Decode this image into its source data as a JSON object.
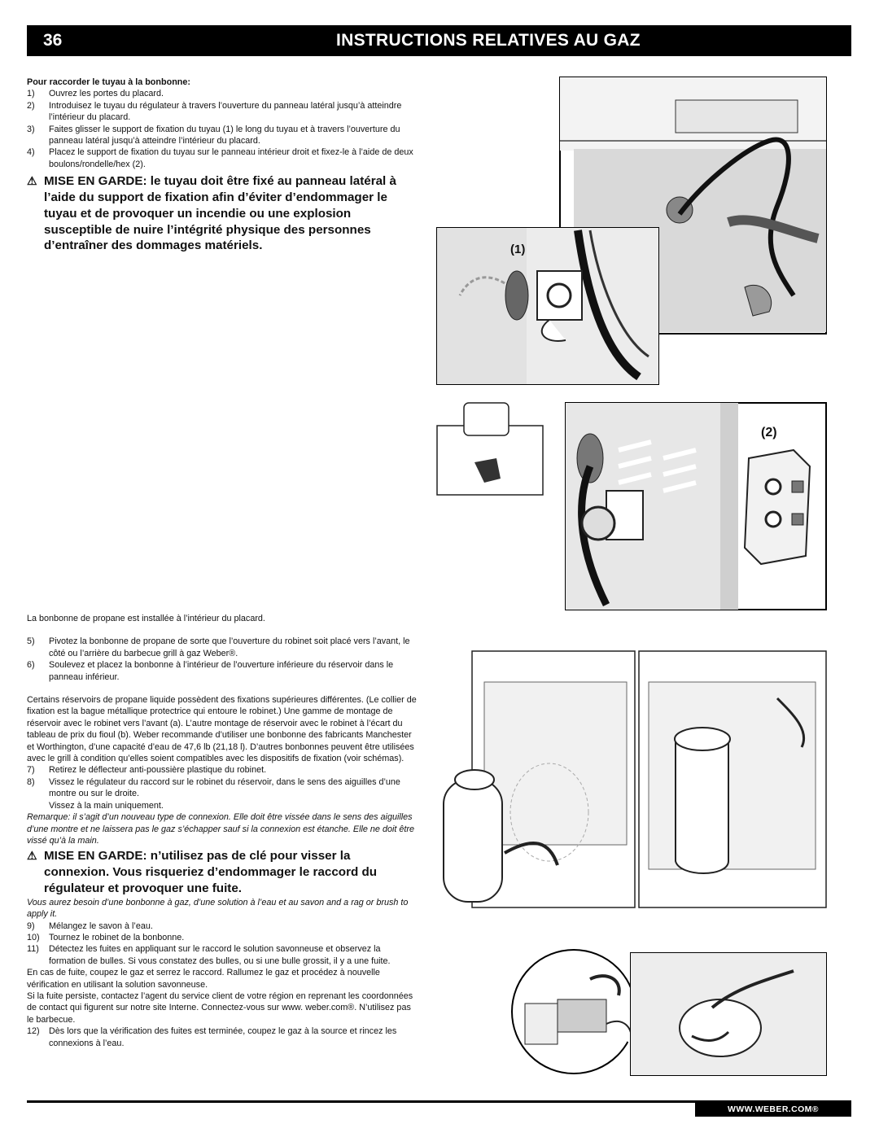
{
  "header": {
    "page_number": "36",
    "title": "INSTRUCTIONS RELATIVES AU GAZ"
  },
  "section1": {
    "subtitle": "Pour raccorder le tuyau à la bonbonne:",
    "steps": [
      {
        "n": "1)",
        "text": "Ouvrez les portes du placard."
      },
      {
        "n": "2)",
        "text": "Introduisez le tuyau du régulateur à travers l’ouverture du panneau latéral jusqu’à atteindre l’intérieur du placard."
      },
      {
        "n": "3)",
        "text": "Faites glisser le support de fixation du tuyau (1) le long du tuyau et à travers l’ouverture du panneau latéral jusqu’à atteindre l’intérieur du placard."
      },
      {
        "n": "4)",
        "text": "Placez le support de fixation du tuyau sur le panneau intérieur droit et fixez-le à l’aide de deux boulons/rondelle/hex (2)."
      }
    ],
    "warning": "MISE EN GARDE: le tuyau doit être fixé au panneau latéral à l’aide du support de fixation afin d’éviter d’endommager le tuyau et de provoquer un incendie ou une explosion susceptible de nuire l’intégrité physique des personnes d’entraîner des dommages matériels."
  },
  "section2": {
    "intro": "La bonbonne de propane est installée à l’intérieur du placard.",
    "steps_a": [
      {
        "n": "5)",
        "text": "Pivotez la bonbonne de propane de sorte que l’ouverture du robinet soit placé vers l’avant, le côté ou l’arrière du barbecue grill à gaz Weber®."
      },
      {
        "n": "6)",
        "text": "Soulevez et placez la bonbonne à l’intérieur de l’ouverture inférieure du réservoir dans le panneau inférieur."
      }
    ],
    "note_paragraph": "Certains réservoirs de propane liquide possèdent des fixations supérieures différentes. (Le collier de fixation est la bague métallique protectrice qui entoure le robinet.) Une gamme de montage de réservoir avec le robinet vers l’avant (a). L’autre montage de réservoir avec le robinet à l’écart du tableau de prix du fioul (b). Weber recommande d’utiliser une bonbonne des fabricants Manchester et Worthington, d’une capacité d’eau de 47,6 lb (21,18 l). D’autres bonbonnes peuvent être utilisées avec le grill à condition qu’elles soient compatibles avec les dispositifs de fixation (voir schémas).",
    "steps_b": [
      {
        "n": "7)",
        "text": "Retirez le déflecteur anti-poussière plastique du robinet."
      },
      {
        "n": "8)",
        "text": "Vissez le régulateur du raccord sur le robinet du réservoir, dans le sens des aiguilles d’une montre ou sur le droite."
      }
    ],
    "hand_only": "Vissez à la main uniquement.",
    "remark": "Remarque: il s’agit d’un nouveau type de connexion. Elle doit être vissée dans le sens des aiguilles d’une montre et ne laissera pas le gaz s’échapper sauf si la connexion est étanche. Elle ne doit être vissé qu’à la main.",
    "warning": "MISE EN GARDE: n’utilisez pas de clé pour visser la connexion. Vous risqueriez d’endommager le raccord du régulateur et provoquer une fuite.",
    "soap_note": "Vous aurez besoin d’une bonbonne à gaz, d’une solution à l’eau et au savon and a rag or brush to apply it.",
    "steps_c": [
      {
        "n": "9)",
        "text": "Mélangez le savon à l’eau."
      },
      {
        "n": "10)",
        "text": "Tournez le robinet de la bonbonne."
      },
      {
        "n": "11)",
        "text": "Détectez les fuites en appliquant sur le raccord le solution savonneuse et observez la formation de bulles. Si vous constatez des bulles, ou si une bulle grossit, il y a une fuite."
      }
    ],
    "leak_para1": "En cas de fuite, coupez le gaz et serrez le raccord. Rallumez le gaz et procédez à nouvelle vérification en utilisant la solution savonneuse.",
    "leak_para2": "Si la fuite persiste, contactez l’agent du service client de votre région en reprenant les coordonnées de contact qui figurent sur notre site Interne. Connectez-vous sur www. weber.com®. N’utilisez pas le barbecue.",
    "steps_d": [
      {
        "n": "12)",
        "text": "Dès lors que la vérification des fuites est terminée, coupez le gaz à la source et rincez les connexions à l’eau."
      }
    ]
  },
  "figures": {
    "callout_1": "(1)",
    "callout_2": "(2)"
  },
  "footer": {
    "url": "WWW.WEBER.COM®"
  },
  "icons": {
    "warning": "warning-triangle-icon"
  }
}
